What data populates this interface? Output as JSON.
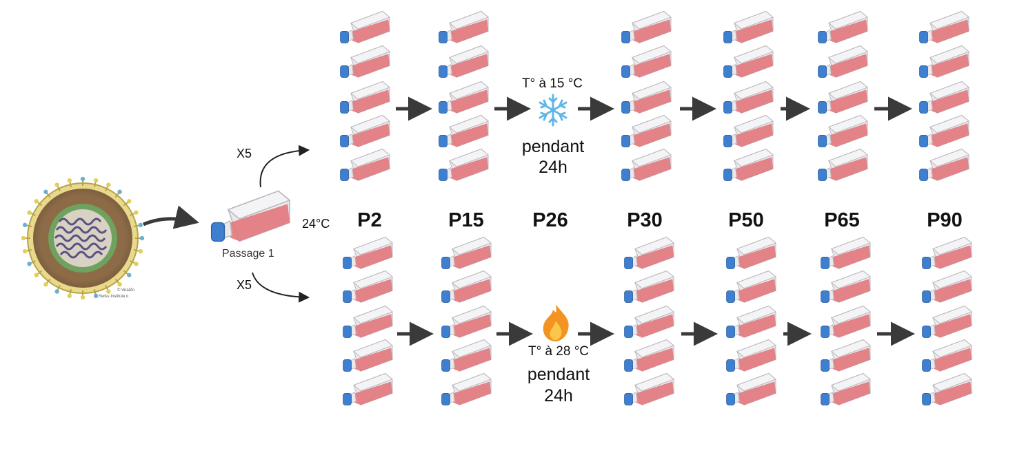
{
  "virus": {
    "icon": "virus-illustration-icon",
    "credit_line1": "© ViralZo",
    "credit_line2": "Swiss Institute o"
  },
  "first_passage": {
    "label": "Passage 1",
    "temperature": "24°C"
  },
  "branch_multiplier": {
    "top": "X5",
    "bottom": "X5"
  },
  "passages": [
    "P2",
    "P15",
    "P26",
    "P30",
    "P50",
    "P65",
    "P90"
  ],
  "top_row": {
    "condition": "T° à 15 °C",
    "duration_line1": "pendant",
    "duration_line2": "24h",
    "icon": "snowflake-icon",
    "flasks_per_stack": 5
  },
  "bottom_row": {
    "condition": "T° à 28 °C",
    "duration_line1": "pendant",
    "duration_line2": "24h",
    "icon": "flame-icon",
    "flasks_per_stack": 5
  },
  "colors": {
    "flask_body": "#e9e9ec",
    "medium": "#e2787e",
    "cap": "#3f7fd0",
    "arrow": "#3a3a3a",
    "snowflake": "#5fb6e6",
    "flame": "#f39322"
  }
}
